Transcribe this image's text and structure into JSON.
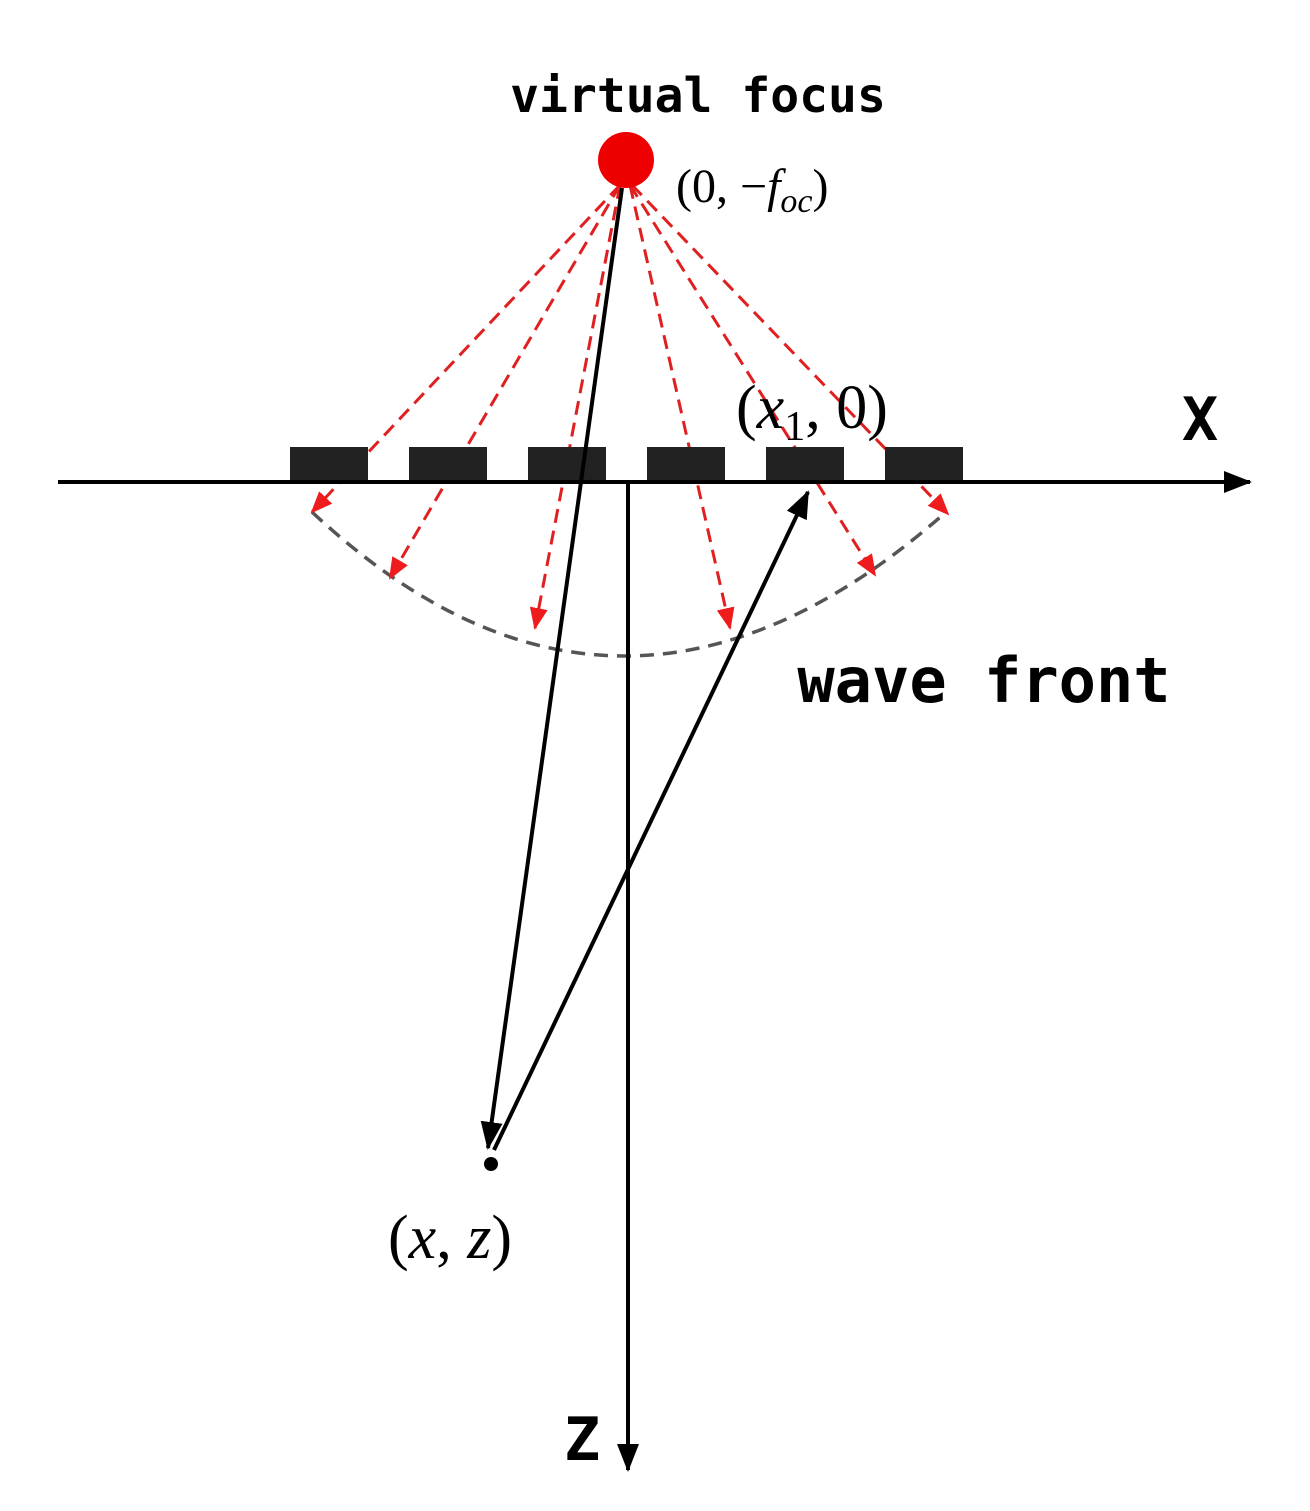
{
  "labels": {
    "focus_title": "virtual focus",
    "focus_coord_open": "(0, −",
    "focus_coord_f": "f",
    "focus_coord_sub": "oc",
    "focus_coord_close": ")",
    "element_coord_open": "(",
    "element_coord_x": "x",
    "element_coord_sub": "1",
    "element_coord_close": ", 0)",
    "x_axis": "X",
    "z_axis": "Z",
    "wave_front": "wave front",
    "point_open": "(",
    "point_x": "x",
    "point_sep": ", ",
    "point_z": "z",
    "point_close": ")"
  },
  "colors": {
    "focus": "#ee0000",
    "rays": "#e02020",
    "wavefront": "#555555",
    "elements": "#222222",
    "lines": "#000000"
  },
  "transducer_element_count": 6
}
